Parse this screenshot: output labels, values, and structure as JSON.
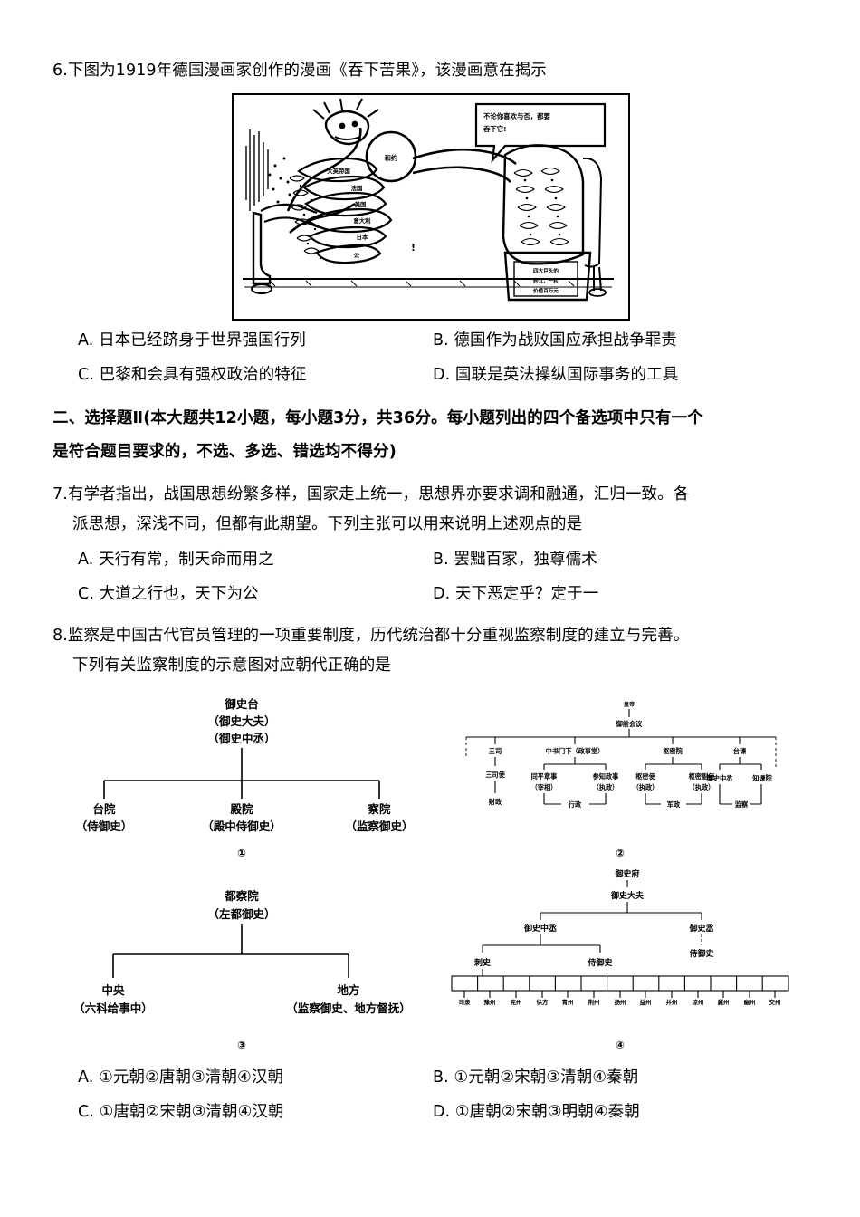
{
  "question6": {
    "number": "6.",
    "stem": "下图为1919年德国漫画家创作的漫画《吞下苦果》，该漫画意在揭示",
    "cartoon": {
      "title": "吞下苦果",
      "speech_bubble": "不论你喜欢与否，都要吞下它!",
      "pill_label": "和约",
      "barrel_label": "四大巨头的药丸，一粒价值百万元",
      "hand_labels": [
        "大英帝国",
        "法国",
        "美国",
        "意大利",
        "日本"
      ],
      "small_label": "公"
    },
    "options": [
      "A. 日本已经跻身于世界强国行列",
      "B. 德国作为战败国应承担战争罪责",
      "C. 巴黎和会具有强权政治的特征",
      "D. 国联是英法操纵国际事务的工具"
    ]
  },
  "section2": {
    "line1": "二、选择题Ⅱ(本大题共12小题，每小题3分，共36分。每小题列出的四个备选项中只有一个",
    "line2": "是符合题目要求的，不选、多选、错选均不得分)"
  },
  "question7": {
    "number": "7.",
    "stem_line1": "有学者指出，战国思想纷繁多样，国家走上统一，思想界亦要求调和融通，汇归一致。各",
    "stem_line2": "派思想，深浅不同，但都有此期望。下列主张可以用来说明上述观点的是",
    "options": [
      "A. 天行有常，制天命而用之",
      "B. 罢黜百家，独尊儒术",
      "C. 大道之行也，天下为公",
      "D. 天下恶定乎？定于一"
    ]
  },
  "question8": {
    "number": "8.",
    "stem_line1": "监察是中国古代官员管理的一项重要制度，历代统治都十分重视监察制度的建立与完善。",
    "stem_line2": "下列有关监察制度的示意图对应朝代正确的是",
    "options": [
      "A. ①元朝②唐朝③清朝④汉朝",
      "B. ①元朝②宋朝③清朝④秦朝",
      "C. ①唐朝②宋朝③清朝④汉朝",
      "D. ①唐朝②宋朝③明朝④秦朝"
    ],
    "diagrams": [
      {
        "marker": "①",
        "root": "御史台",
        "root_sub1": "（御史大夫）",
        "root_sub2": "（御史中丞）",
        "children": [
          {
            "name": "台院",
            "sub": "（侍御史）"
          },
          {
            "name": "殿院",
            "sub": "（殿中侍御史）"
          },
          {
            "name": "察院",
            "sub": "（监察御史）"
          }
        ]
      },
      {
        "marker": "②",
        "emperor": "皇帝",
        "council": "御前会议",
        "branches": [
          {
            "name": "三司",
            "mid": [
              "三司使"
            ],
            "bottom": "财政"
          },
          {
            "name": "中书门下（政事堂）",
            "mid": [
              "同平章事",
              "（宰相）",
              "参知政事",
              "（执政）"
            ],
            "bottom": "行政"
          },
          {
            "name": "枢密院",
            "mid": [
              "枢密使",
              "（执政）",
              "枢密副使",
              "（执政）"
            ],
            "bottom": "军政"
          },
          {
            "name": "台谏",
            "mid": [
              "御史中丞",
              "知谏院"
            ],
            "bottom": "监察"
          }
        ]
      },
      {
        "marker": "③",
        "root": "都察院",
        "root_sub1": "（左都御史）",
        "children": [
          {
            "name": "中央",
            "sub": "（六科给事中）"
          },
          {
            "name": "地方",
            "sub": "（监察御史、地方督抚）"
          }
        ]
      },
      {
        "marker": "④",
        "root": "御史府",
        "root_sub1": "御史大夫",
        "level2": [
          "御史中丞",
          "御史丞"
        ],
        "level3_left": [
          "刺史",
          "侍御史"
        ],
        "level3_right": [
          "侍御史"
        ],
        "provinces": [
          "司隶",
          "豫州",
          "兖州",
          "徐方",
          "青州",
          "荆州",
          "扬州",
          "益州",
          "并州",
          "凉州",
          "冀州",
          "幽州",
          "交州"
        ]
      }
    ]
  }
}
